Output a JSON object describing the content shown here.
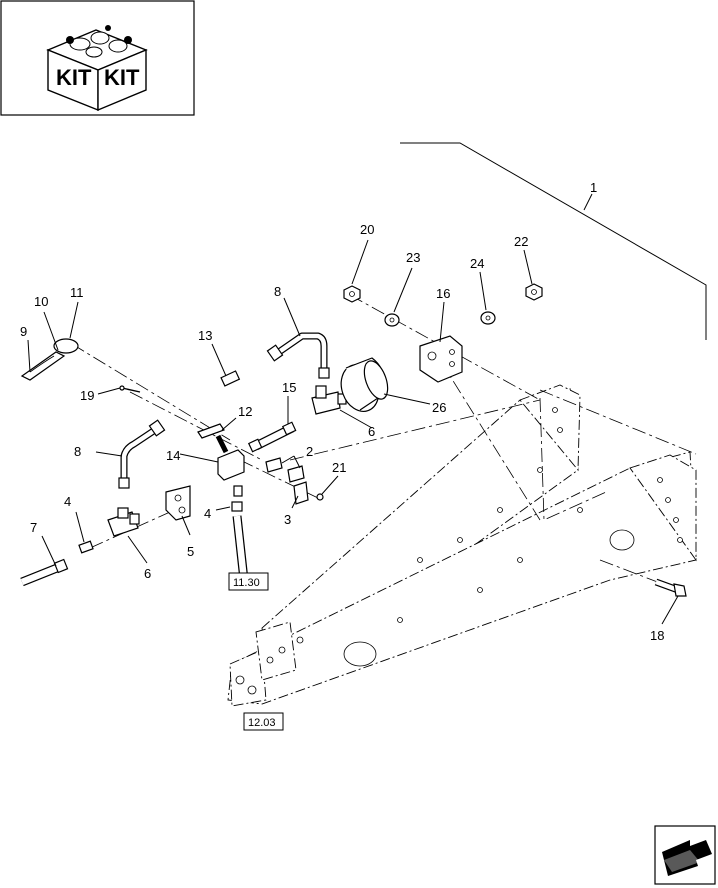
{
  "kit_box": {
    "left_label": "KIT",
    "right_label": "KIT"
  },
  "callouts": {
    "c1": "1",
    "c2": "2",
    "c3": "3",
    "c4a": "4",
    "c4b": "4",
    "c5": "5",
    "c6a": "6",
    "c6b": "6",
    "c7": "7",
    "c8a": "8",
    "c8b": "8",
    "c9": "9",
    "c10": "10",
    "c11": "11",
    "c12": "12",
    "c13": "13",
    "c14": "14",
    "c15": "15",
    "c16": "16",
    "c18": "18",
    "c19": "19",
    "c20": "20",
    "c21": "21",
    "c22": "22",
    "c23": "23",
    "c24": "24",
    "c26": "26"
  },
  "references": {
    "ref_a": "11.30",
    "ref_b": "12.03"
  },
  "icons": {
    "kit": "kit-box-icon",
    "nav": "next-page-arrow-icon"
  }
}
